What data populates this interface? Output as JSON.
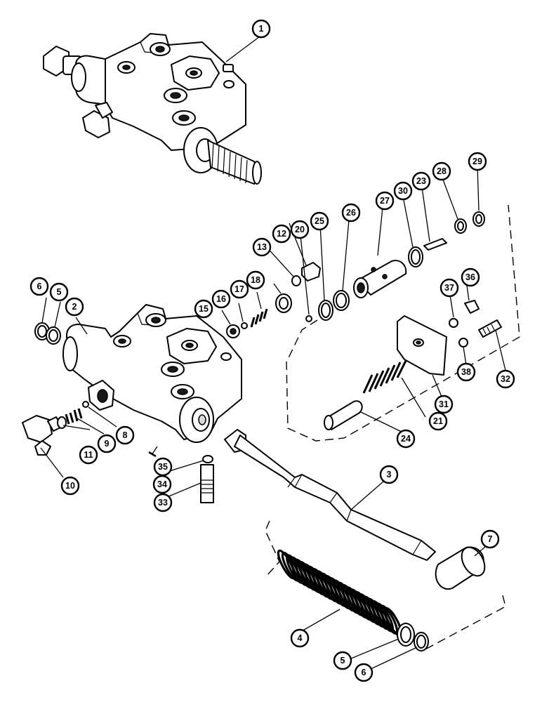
{
  "callouts": {
    "c1": "1",
    "c2": "2",
    "c3": "3",
    "c4": "4",
    "c5a": "5",
    "c5b": "5",
    "c6a": "6",
    "c6b": "6",
    "c7": "7",
    "c8": "8",
    "c9": "9",
    "c10": "10",
    "c11": "11",
    "c12": "12",
    "c13": "13",
    "c15": "15",
    "c16": "16",
    "c17": "17",
    "c18": "18",
    "c20": "20",
    "c21": "21",
    "c23": "23",
    "c24": "24",
    "c25": "25",
    "c26": "26",
    "c27": "27",
    "c28": "28",
    "c29": "29",
    "c30": "30",
    "c31": "31",
    "c32": "32",
    "c33": "33",
    "c34": "34",
    "c35": "35",
    "c36": "36",
    "c37": "37",
    "c38": "38"
  }
}
